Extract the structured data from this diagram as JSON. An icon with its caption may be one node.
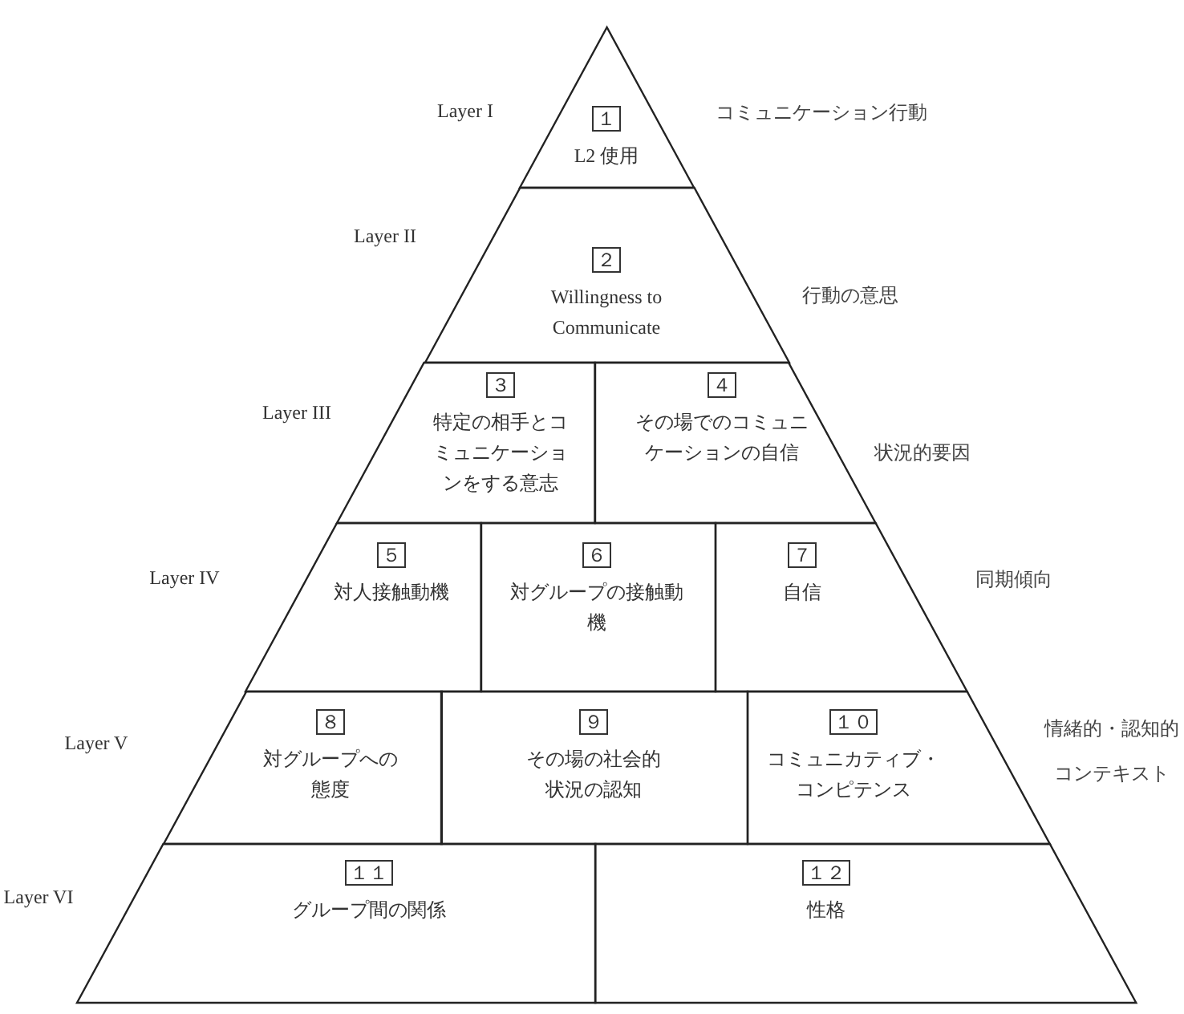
{
  "diagram": {
    "nodes": [
      {
        "text": [
          "１",
          "L2 使用"
        ]
      },
      {
        "text": [
          "２",
          "Willingness to Communicate"
        ]
      },
      {
        "text": [
          "３",
          "特定の相手とコミュニケーションをする意志"
        ]
      },
      {
        "text": [
          "４",
          "その場でのコミュニケーションの自信"
        ]
      },
      {
        "text": [
          "５",
          "対人接触動機"
        ]
      },
      {
        "text": [
          "６",
          "対グループの接触動機"
        ]
      },
      {
        "text": [
          "７",
          "自信"
        ]
      },
      {
        "text": [
          "８",
          "対グループへの態度"
        ]
      },
      {
        "text": [
          "９",
          "その場の社会的状況の認知"
        ]
      },
      {
        "text": [
          "１０",
          "コミュニカティブ・コンピテンス"
        ]
      },
      {
        "text": [
          "１１",
          "グループ間の関係"
        ]
      },
      {
        "text": [
          "１２",
          "性格"
        ]
      }
    ],
    "edges": [],
    "labels": [
      "Layer I",
      "コミュニケーション行動",
      "Layer II",
      "行動の意思",
      "Layer III",
      "状況的要因",
      "Layer IV",
      "同期傾向",
      "Layer V",
      "情緒的・認知的コンテキスト",
      "Layer VI"
    ]
  }
}
